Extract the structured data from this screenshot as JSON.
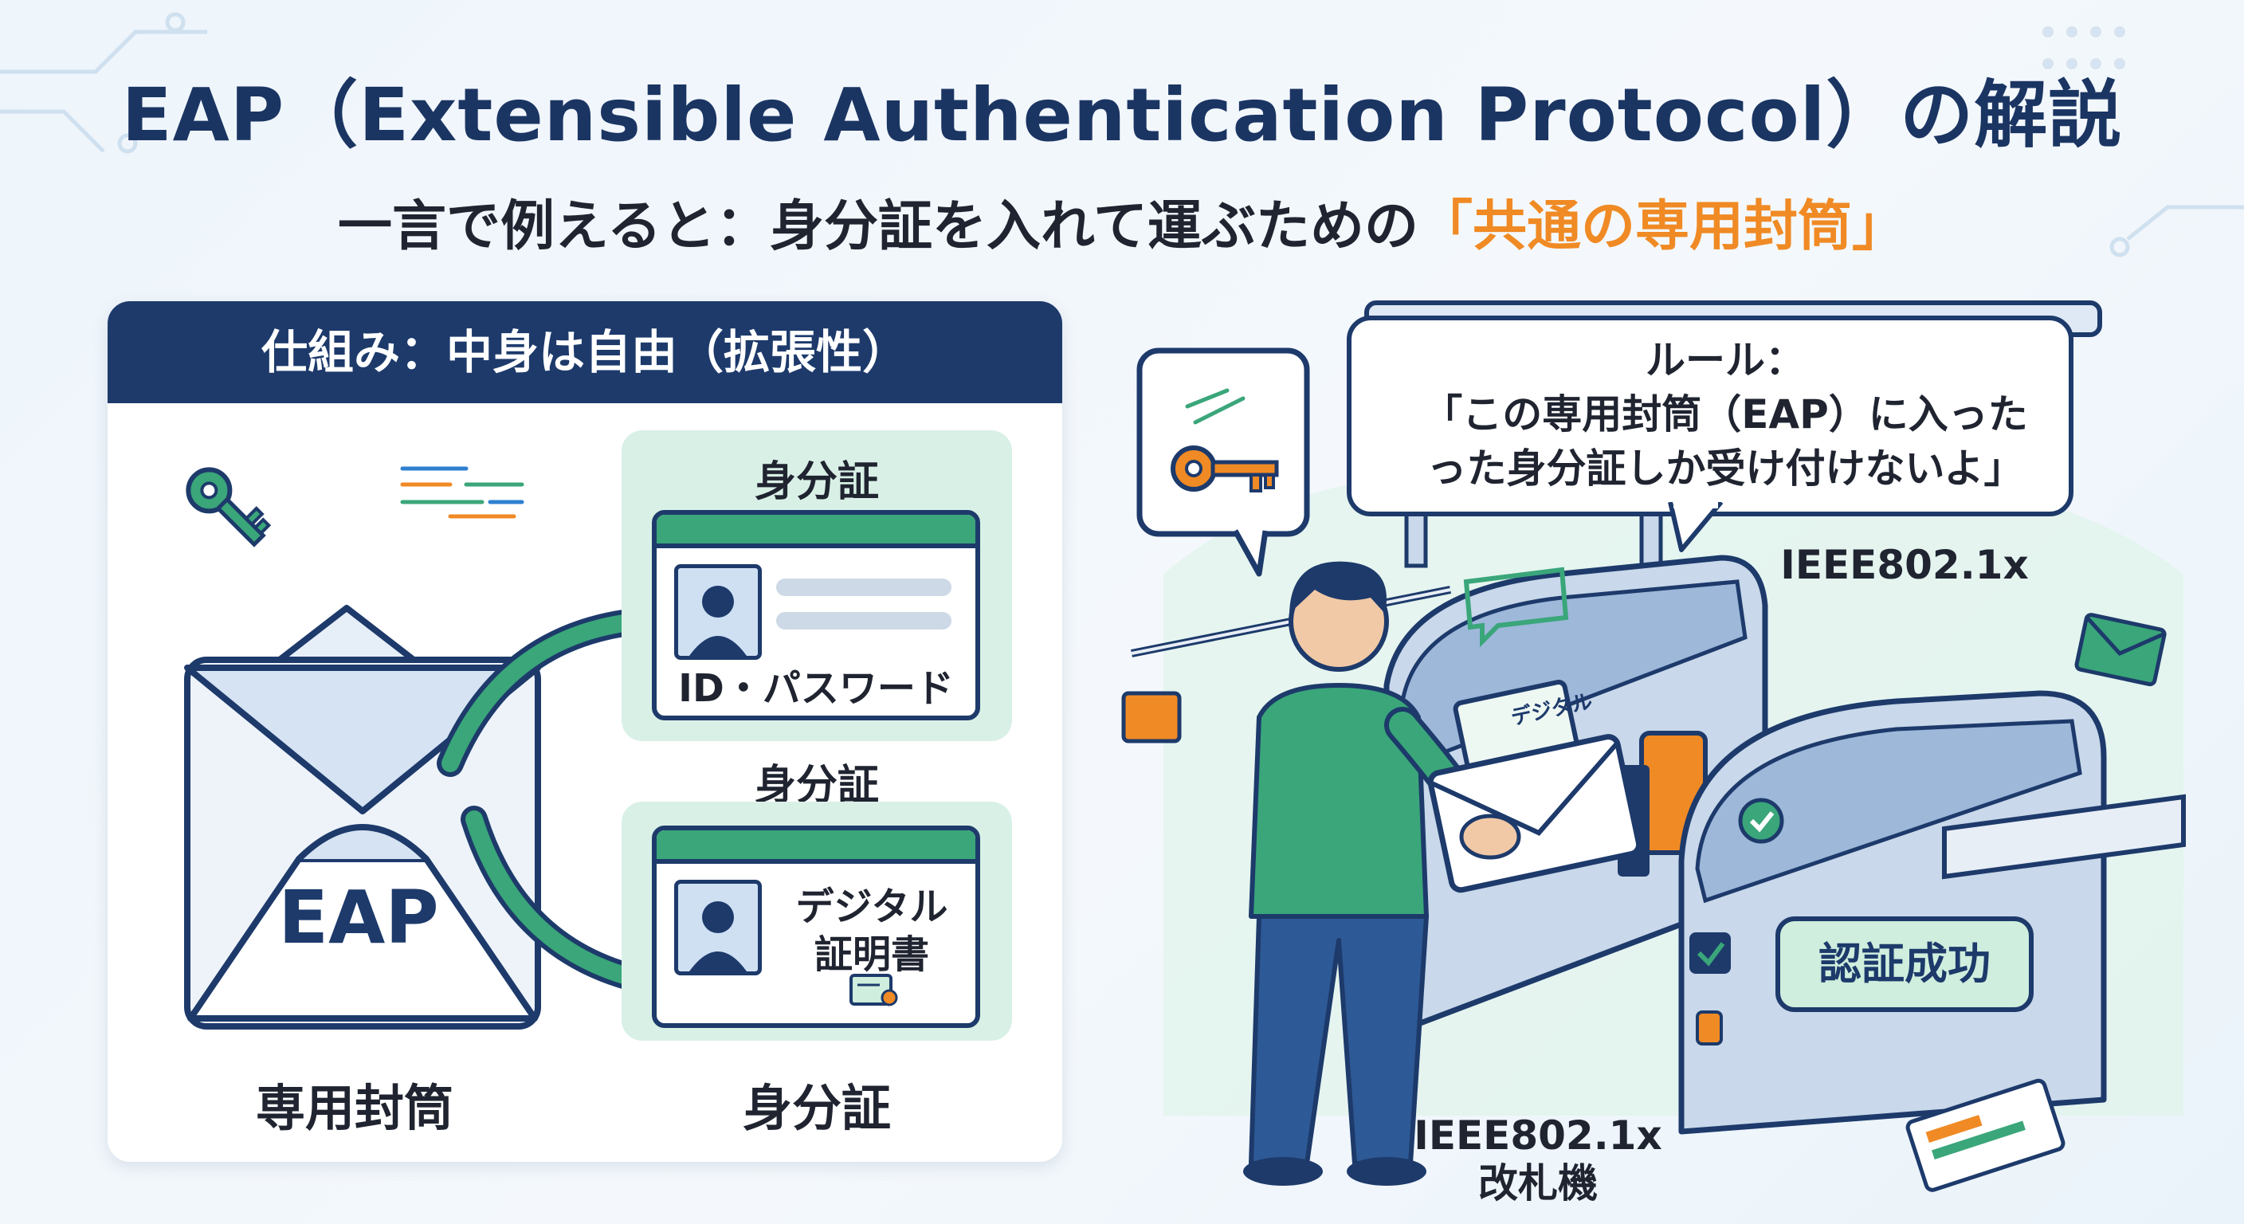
{
  "title": "EAP（Extensible Authentication Protocol）の解説",
  "subtitle_prefix": "一言で例えると：身分証を入れて運ぶための",
  "subtitle_highlight": "「共通の専用封筒」",
  "left_panel": {
    "header": "仕組み：中身は自由（拡張性）",
    "envelope_label": "EAP",
    "envelope_caption": "専用封筒",
    "card1_label": "身分証",
    "card1_text": "ID・パスワード",
    "card2_label": "身分証",
    "card2_text_line1": "デジタル",
    "card2_text_line2": "証明書",
    "cards_caption": "身分証"
  },
  "scene": {
    "rule_title": "ルール：",
    "rule_line1": "「この専用封筒（EAP）に入った",
    "rule_line2": "った身分証しか受け付けないよ」",
    "ieee_top": "IEEE802.1x",
    "ieee_bottom_line1": "IEEE802.1x",
    "ieee_bottom_line2": "改札機",
    "certificate_label": "デジタル",
    "success": "認証成功"
  },
  "colors": {
    "navy": "#1d3a6b",
    "green": "#3aa67a",
    "orange": "#f08a24",
    "mint": "#d9f0e6"
  }
}
